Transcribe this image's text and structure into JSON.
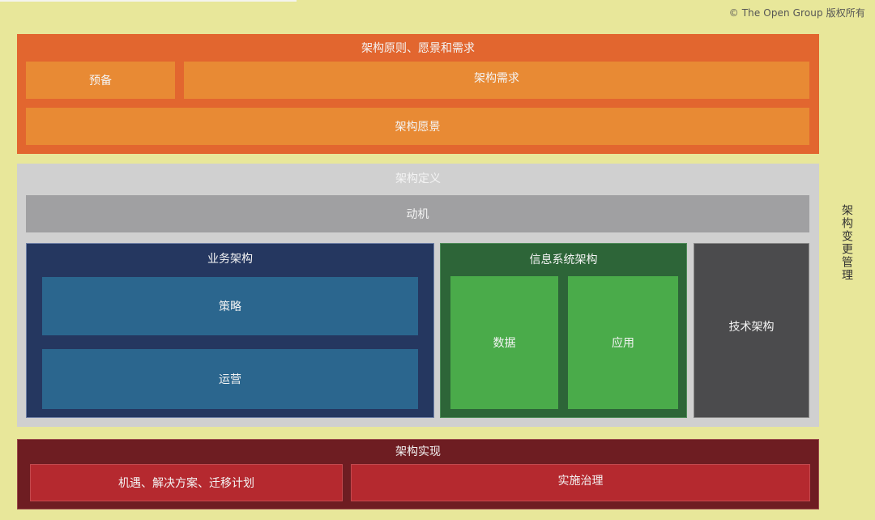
{
  "copyright": "© The Open Group 版权所有",
  "side_label": "架构变更管理",
  "colors": {
    "background": "#e8e79a",
    "principles_outer": "#e2662f",
    "principles_inner": "#e88a34",
    "definition_outer": "#d0d0d0",
    "motivation": "#a0a0a2",
    "business_outer": "#253760",
    "business_inner": "#2b668e",
    "is_outer": "#2d6538",
    "is_inner": "#4aab4a",
    "technology": "#4b4b4d",
    "realization_outer": "#6e1d22",
    "realization_inner": "#b5292f"
  },
  "principles": {
    "title": "架构原则、愿景和需求",
    "preliminary": "预备",
    "requirements": "架构需求",
    "vision": "架构愿景"
  },
  "definition": {
    "title": "架构定义",
    "motivation": "动机",
    "business": {
      "title": "业务架构",
      "strategy": "策略",
      "operations": "运营"
    },
    "information_systems": {
      "title": "信息系统架构",
      "data": "数据",
      "application": "应用"
    },
    "technology": "技术架构"
  },
  "realization": {
    "title": "架构实现",
    "opportunities": "机遇、解决方案、迁移计划",
    "governance": "实施治理"
  }
}
